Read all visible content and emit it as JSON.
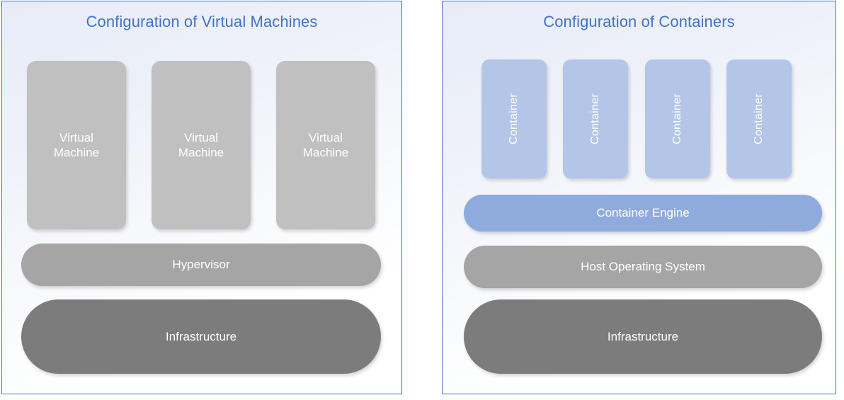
{
  "theme": {
    "panel_border_color": "#4472c4",
    "title_color": "#4472c4",
    "vm_box_color": "#c0c0c0",
    "container_box_color": "#b4c6e7",
    "container_engine_color": "#8faadc",
    "mid_gray_color": "#a5a5a5",
    "dark_gray_color": "#7c7c7c",
    "label_text_color": "#ffffff",
    "panel_background_top": "#e7ecf7",
    "panel_background_bottom": "#ffffff"
  },
  "panels": [
    {
      "id": "virtual-machines",
      "title": "Configuration of Virtual Machines",
      "boxes": [
        {
          "label": "Virtual\nMachine"
        },
        {
          "label": "Virtual\nMachine"
        },
        {
          "label": "Virtual\nMachine"
        }
      ],
      "bars": [
        {
          "label": "Hypervisor"
        },
        {
          "label": "Infrastructure"
        }
      ]
    },
    {
      "id": "containers",
      "title": "Configuration of Containers",
      "boxes": [
        {
          "label": "Container"
        },
        {
          "label": "Container"
        },
        {
          "label": "Container"
        },
        {
          "label": "Container"
        }
      ],
      "bars": [
        {
          "label": "Container Engine"
        },
        {
          "label": "Host Operating System"
        },
        {
          "label": "Infrastructure"
        }
      ]
    }
  ]
}
